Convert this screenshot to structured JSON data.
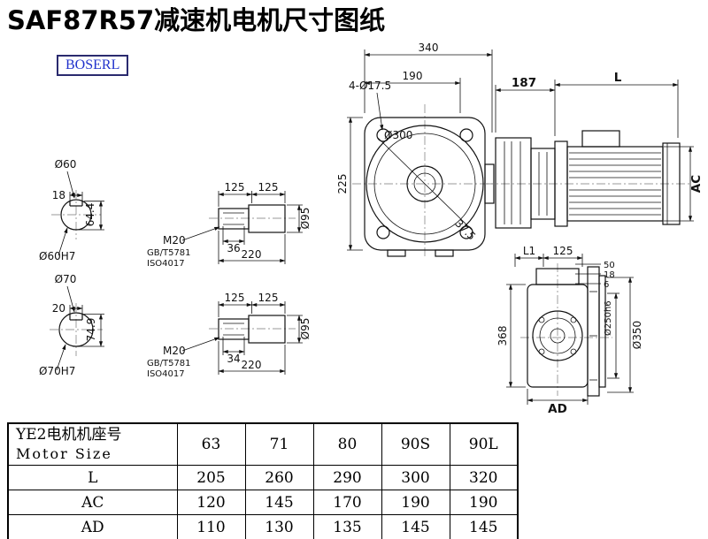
{
  "title": "SAF87R57减速机电机尺寸图纸",
  "logo": "BOSERL",
  "drawing": {
    "shaft60": {
      "dia": "Ø60",
      "key_width": "18",
      "overall": "64.4",
      "bore": "Ø60H7"
    },
    "shaft70": {
      "dia": "Ø70",
      "key_width": "20",
      "overall": "74.9",
      "bore": "Ø70H7"
    },
    "shaft_detail_top": {
      "seg1": "125",
      "seg2": "125",
      "thread": "M20",
      "std1": "GB/T5781",
      "std2": "ISO4017",
      "key_len": "36",
      "total": "220",
      "dia": "Ø95"
    },
    "shaft_detail_bottom": {
      "seg1": "125",
      "seg2": "125",
      "thread": "M20",
      "std1": "GB/T5781",
      "std2": "ISO4017",
      "key_len": "34",
      "total": "220",
      "dia": "Ø95"
    },
    "front_view": {
      "overall_width": "340",
      "inner_width": "190",
      "bolt_holes": "4-Ø17.5",
      "flange_dia": "Ø300",
      "height": "225",
      "angle": "37.5"
    },
    "side_view": {
      "gear_length": "187",
      "motor_length": "L",
      "motor_height": "AC"
    },
    "bottom_view": {
      "l1": "L1",
      "dim_125": "125",
      "dim_50": "50",
      "dim_18": "18",
      "dim_6": "6",
      "height": "368",
      "spigot_dia": "Ø250h6",
      "flange_dia": "Ø350",
      "ad": "AD"
    }
  },
  "table": {
    "header_cn": "YE2电机机座号",
    "header_en": "Motor Size",
    "columns": [
      "63",
      "71",
      "80",
      "90S",
      "90L"
    ],
    "rows": [
      {
        "label": "L",
        "values": [
          "205",
          "260",
          "290",
          "300",
          "320"
        ]
      },
      {
        "label": "AC",
        "values": [
          "120",
          "145",
          "170",
          "190",
          "190"
        ]
      },
      {
        "label": "AD",
        "values": [
          "110",
          "130",
          "135",
          "145",
          "145"
        ]
      }
    ]
  }
}
